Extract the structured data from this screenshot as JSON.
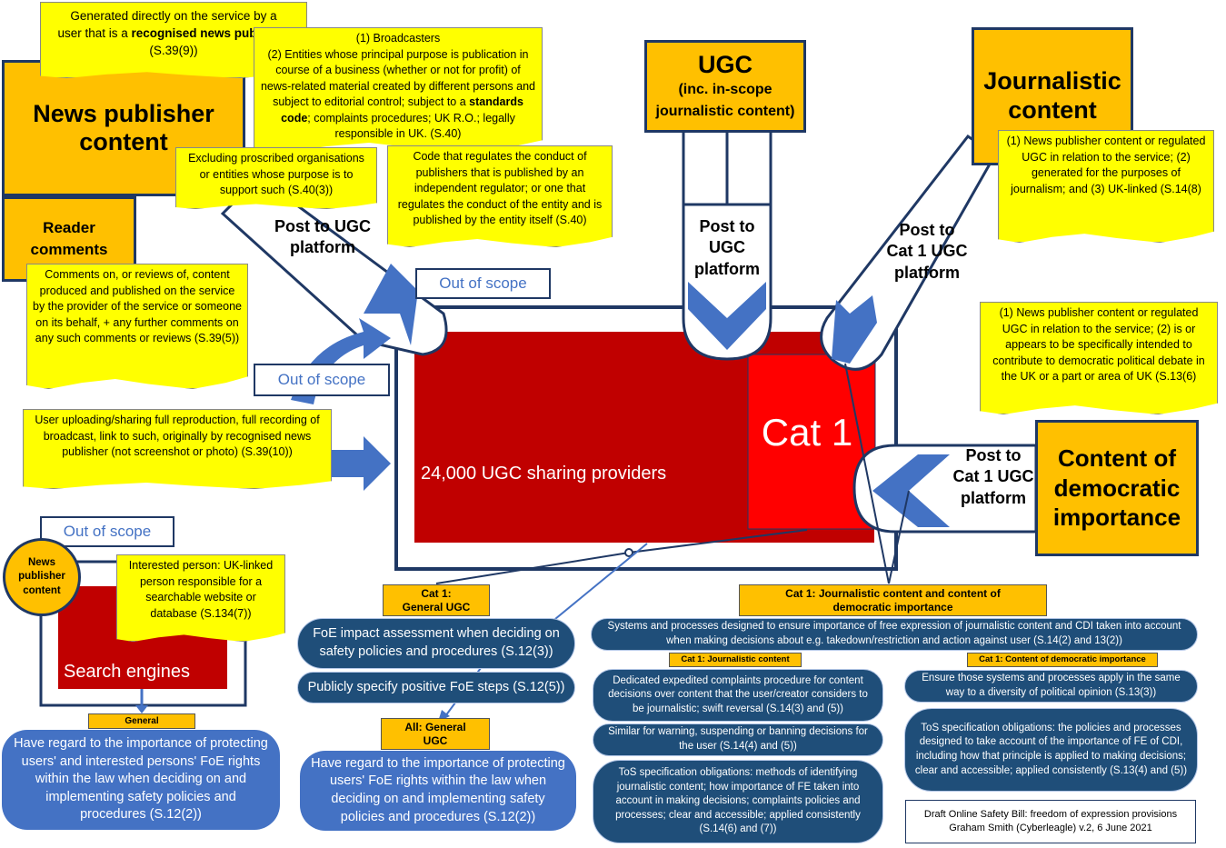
{
  "colors": {
    "orange": "#ffc000",
    "yellow": "#ffff00",
    "darkred": "#c00000",
    "red": "#ff0000",
    "navy": "#1f4e79",
    "royal": "#4472c4",
    "border": "#1f3864"
  },
  "top_note": {
    "line1": "Generated directly on the service by a",
    "line2_pre": "user that is a ",
    "line2_bold": "recognised news publisher",
    "line3": "(S.39(9))"
  },
  "news_publisher_content": "News publisher content",
  "broadcasters_note": {
    "line1": "(1) Broadcasters",
    "line2": "(2) Entities whose principal purpose is publication in course of a business (whether or not for profit) of news-related material created by different persons and subject to editorial control; subject to a",
    "bold": "standards code",
    "line3": "; complaints procedures; UK R.O.; legally responsible in UK. (S.40)"
  },
  "excluding_note": "Excluding proscribed organisations or entities whose purpose is to support such (S.40(3))",
  "standards_code_note": "Code that regulates the conduct of publishers that is published by an independent regulator; or one that regulates the conduct of the entity and is published by the entity itself (S.40)",
  "reader_comments": "Reader comments",
  "reader_comments_note": "Comments on, or reviews of, content produced and published on the service by the provider of the service or someone on its behalf, + any further comments on any such comments or reviews (S.39(5))",
  "post_to_ugc_left": "Post to UGC platform",
  "out_of_scope_1": "Out of scope",
  "out_of_scope_2": "Out of scope",
  "out_of_scope_3": "Out of scope",
  "full_reproduction_note": "User uploading/sharing full reproduction, full recording of broadcast, link to such, originally by recognised news publisher (not screenshot or photo) (S.39(10))",
  "ugc": {
    "title": "UGC",
    "sub": "(inc. in-scope journalistic content)"
  },
  "post_to_ugc_mid": "Post to UGC platform",
  "journalistic_content": "Journalistic content",
  "journalistic_note": "(1) News publisher content or regulated UGC in relation to the service; (2) generated for the purposes of journalism; and (3) UK-linked (S.14(8)",
  "post_to_cat1_top": "Post to Cat 1 UGC platform",
  "cdi_note": "(1) News publisher content or regulated UGC in relation to the service; (2) is or appears to be specifically intended to contribute to democratic political debate in the UK or a part or area of UK (S.13(6)",
  "cat1": "Cat 1",
  "ugc_providers": "24,000 UGC sharing providers",
  "post_to_cat1_right": "Post to Cat 1 UGC platform",
  "content_of_democratic_importance": "Content of democratic importance",
  "news_publisher_circle": "News publisher content",
  "interested_person_note": "Interested person: UK-linked person responsible for a searchable website or database (S.134(7))",
  "search_engines": "Search engines",
  "general_label": "General",
  "search_engine_duty": "Have regard to the importance of protecting users' and interested persons' FoE rights within the law when deciding on and implementing safety policies and procedures (S.12(2))",
  "cat1_general_ugc": "Cat 1: General UGC",
  "foe_impact": "FoE impact assessment when deciding on safety policies and procedures (S.12(3))",
  "publicly_specify": "Publicly specify positive FoE steps (S.12(5))",
  "all_general_ugc": "All: General UGC",
  "all_general_duty": "Have regard to the importance of protecting users' FoE rights within the law when deciding on and implementing safety policies and procedures (S.12(2))",
  "cat1_jc_cdi": "Cat 1: Journalistic content and content of democratic importance",
  "systems_processes": "Systems and processes designed to ensure importance of free expression of journalistic content and CDI taken into account when making decisions about e.g. takedown/restriction and action against user (S.14(2) and 13(2))",
  "cat1_jc": "Cat 1: Journalistic content",
  "cat1_cdi": "Cat 1: Content of democratic importance",
  "expedited_complaints": "Dedicated expedited complaints procedure for content decisions over content that the user/creator considers to be journalistic; swift reversal (S.14(3) and (5))",
  "similar_warning": "Similar for warning, suspending or banning decisions for the user (S.14(4) and (5))",
  "tos_jc": "ToS specification obligations: methods of identifying journalistic content; how importance of FE taken into account in making decisions; complaints policies and processes; clear and accessible; applied consistently (S.14(6) and (7))",
  "ensure_diversity": "Ensure those systems and processes apply in the same way to a diversity of political opinion (S.13(3))",
  "tos_cdi": "ToS specification obligations: the policies and processes designed to take account of the importance of FE of CDI, including how that principle is applied to making decisions; clear and accessible; applied consistently (S.13(4) and (5))",
  "credit": {
    "line1": "Draft Online Safety Bill: freedom of expression provisions",
    "line2": "Graham Smith (Cyberleagle) v.2, 6 June 2021"
  }
}
